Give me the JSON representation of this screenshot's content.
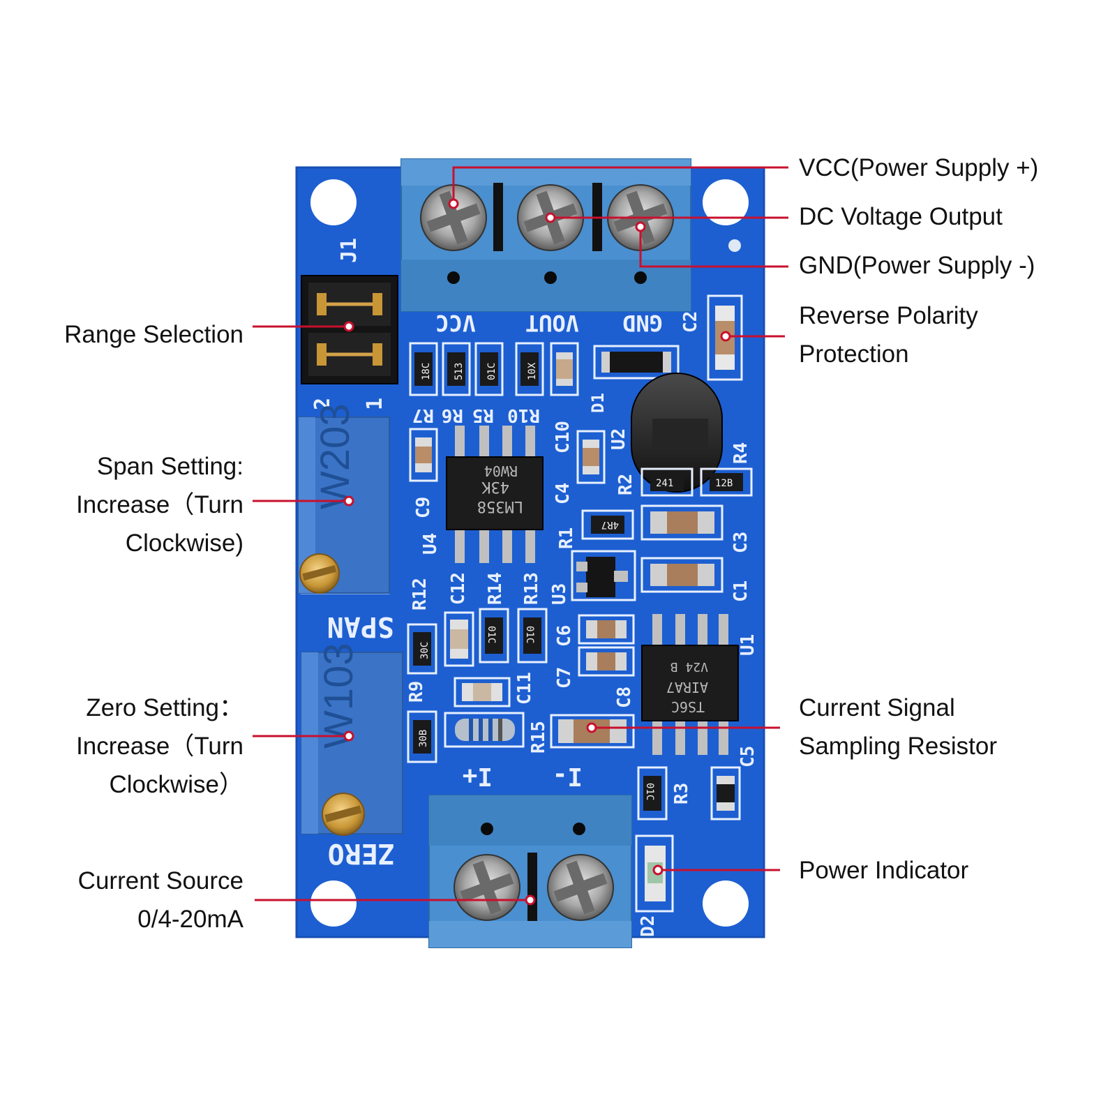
{
  "colors": {
    "pcb": "#1d5fd1",
    "terminal": "#4a8fcf",
    "pot": "#3b74c6",
    "callout": "#c8102e"
  },
  "callouts": {
    "vcc": "VCC(Power Supply +)",
    "vout": "DC Voltage Output",
    "gnd": "GND(Power Supply -)",
    "reverse": [
      "Reverse Polarity",
      "Protection"
    ],
    "range": "Range Selection",
    "span": [
      "Span Setting:",
      "Increase（Turn",
      "Clockwise)"
    ],
    "zero": [
      "Zero Setting：",
      "Increase（Turn",
      "Clockwise）"
    ],
    "current_signal": [
      "Current Signal",
      "Sampling Resistor"
    ],
    "current_source": [
      "Current Source",
      "0/4-20mA"
    ],
    "power": "Power Indicator"
  },
  "silkscreen": {
    "vcc": "VCC",
    "vout": "VOUT",
    "gnd": "GND",
    "j1": "J1",
    "c2": "C2",
    "d1": "D1",
    "r7": "R7",
    "r6": "R6",
    "r5": "R5",
    "r10": "R10",
    "c10": "C10",
    "u2": "U2",
    "r4": "R4",
    "r2": "R2",
    "c4": "C4",
    "c9": "C9",
    "u4": "U4",
    "r1": "R1",
    "c3": "C3",
    "c1": "C1",
    "u3": "U3",
    "r12": "R12",
    "c12": "C12",
    "r14": "R14",
    "r13": "R13",
    "c6": "C6",
    "u1": "U1",
    "c7": "C7",
    "c8": "C8",
    "r9": "R9",
    "c11": "C11",
    "r15": "R15",
    "c5": "C5",
    "r3": "R3",
    "d2": "D2",
    "span": "SPAN",
    "zero": "ZERO",
    "pin2": "2",
    "pin1": "1",
    "plus": "I+",
    "minus": "I-"
  },
  "chips": {
    "u4": [
      "LM358",
      "43K",
      "RW04"
    ],
    "u1": [
      "V24 B",
      "AIRA7",
      "TS6C"
    ]
  },
  "pots": {
    "span": "W203",
    "zero": "W103"
  },
  "smd_codes": {
    "r7": "18C",
    "r6": "513",
    "r5": "01C",
    "r10": "10X",
    "r2": "241",
    "r4": "12B",
    "r1": "4R7",
    "r12": "30C",
    "r14": "01C",
    "r13": "01C",
    "r9": "30B",
    "r3": "01C"
  }
}
